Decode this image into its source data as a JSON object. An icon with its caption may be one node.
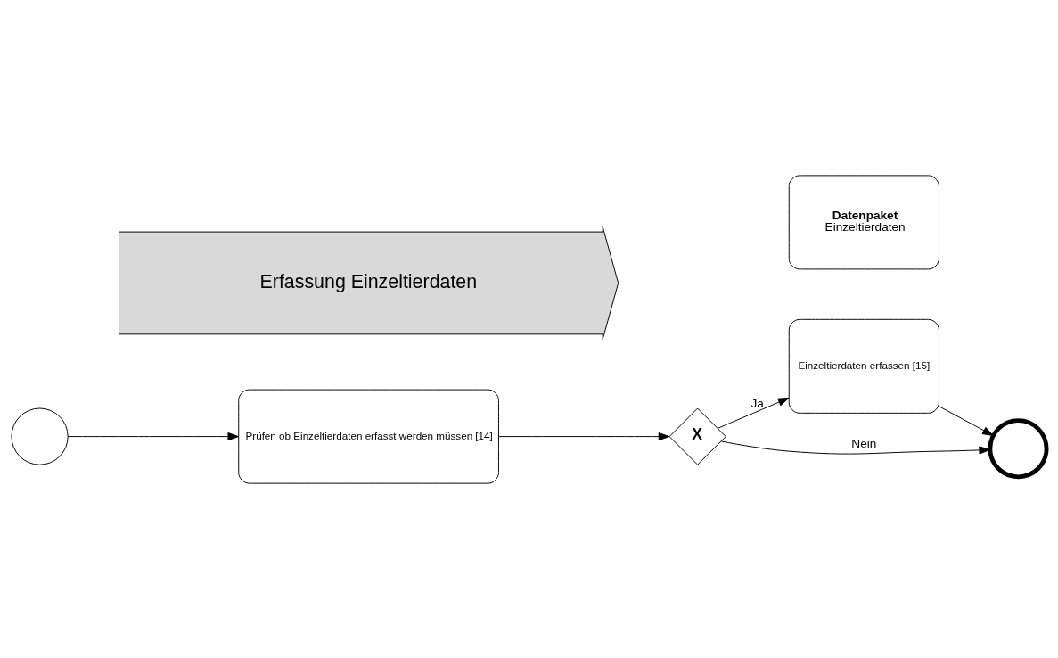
{
  "diagram": {
    "nodes": [
      {
        "text": [],
        "shape": "circle"
      },
      {
        "text": [
          "Prüfen ob Einzeltierdaten erfasst werden müssen [14]"
        ]
      },
      {
        "text": [
          "X"
        ]
      },
      {
        "text": [
          "Einzeltierdaten erfassen [15]"
        ]
      },
      {
        "text": [],
        "shape": "circle"
      },
      {
        "text": [
          "Erfassung Einzeltierdaten"
        ]
      },
      {
        "text": [
          "Datenpaket",
          "Einzeltierdaten"
        ]
      }
    ],
    "edges": [
      {
        "from": 0,
        "to": 1,
        "arrow": "to"
      },
      {
        "from": 1,
        "to": 2,
        "arrow": "to"
      },
      {
        "from": 2,
        "to": 3,
        "arrow": "to",
        "label": "Ja"
      },
      {
        "from": 3,
        "to": 4,
        "arrow": "to"
      },
      {
        "from": 2,
        "to": 4,
        "arrow": "to",
        "label": "Nein"
      }
    ]
  }
}
